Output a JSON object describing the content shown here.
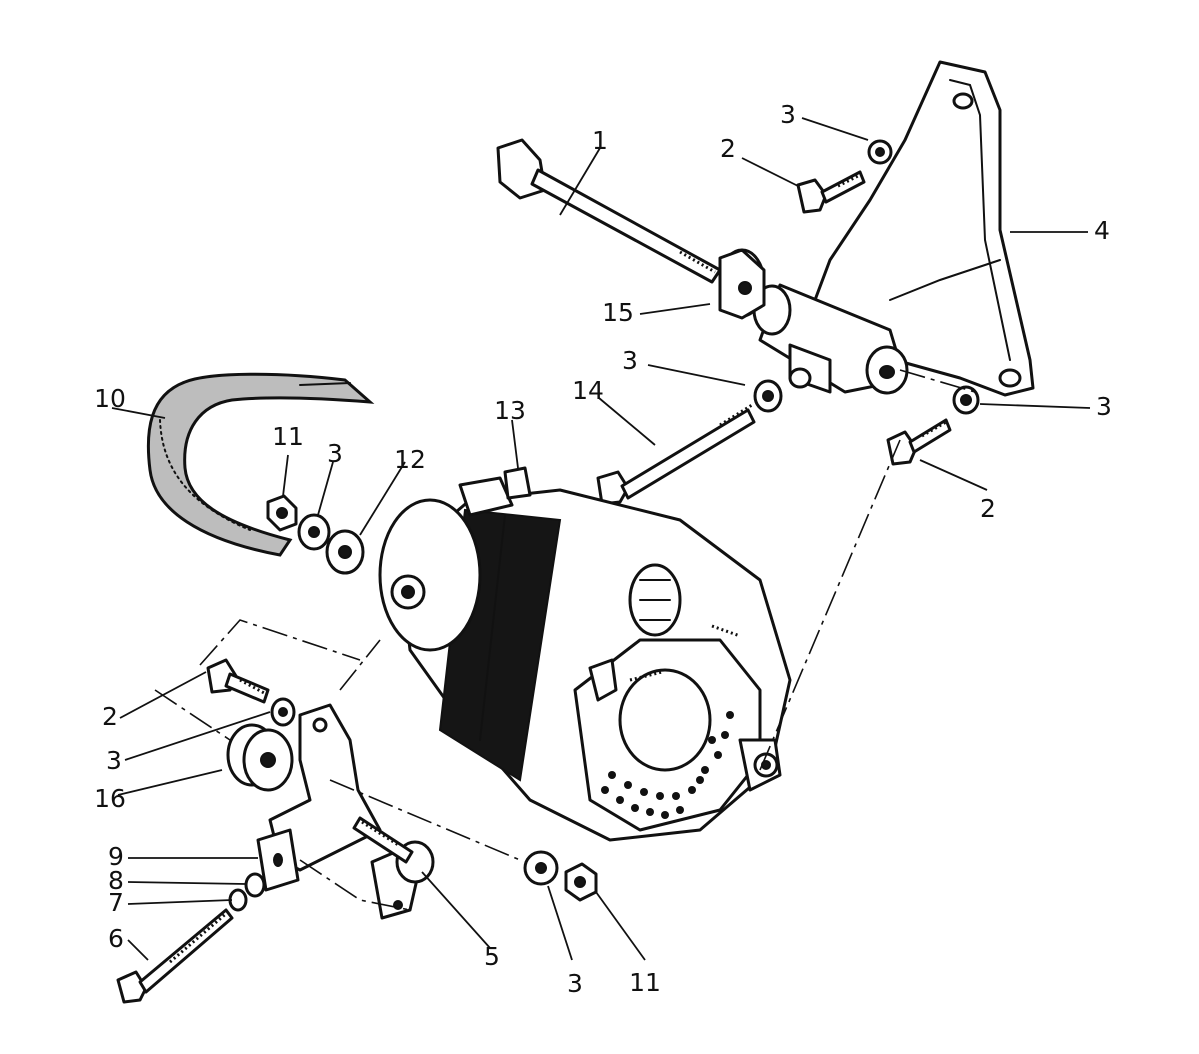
{
  "callouts": {
    "c1": "1",
    "c2_top": "2",
    "c3_top": "3",
    "c4": "4",
    "c15": "15",
    "c3_mid": "3",
    "c14": "14",
    "c3_right": "3",
    "c2_right": "2",
    "c13": "13",
    "c10": "10",
    "c11_left": "11",
    "c3_left": "3",
    "c12": "12",
    "c2_left": "2",
    "c3_lower_left": "3",
    "c16": "16",
    "c9": "9",
    "c8": "8",
    "c7": "7",
    "c6": "6",
    "c5": "5",
    "c3_bottom": "3",
    "c11_bottom": "11"
  }
}
